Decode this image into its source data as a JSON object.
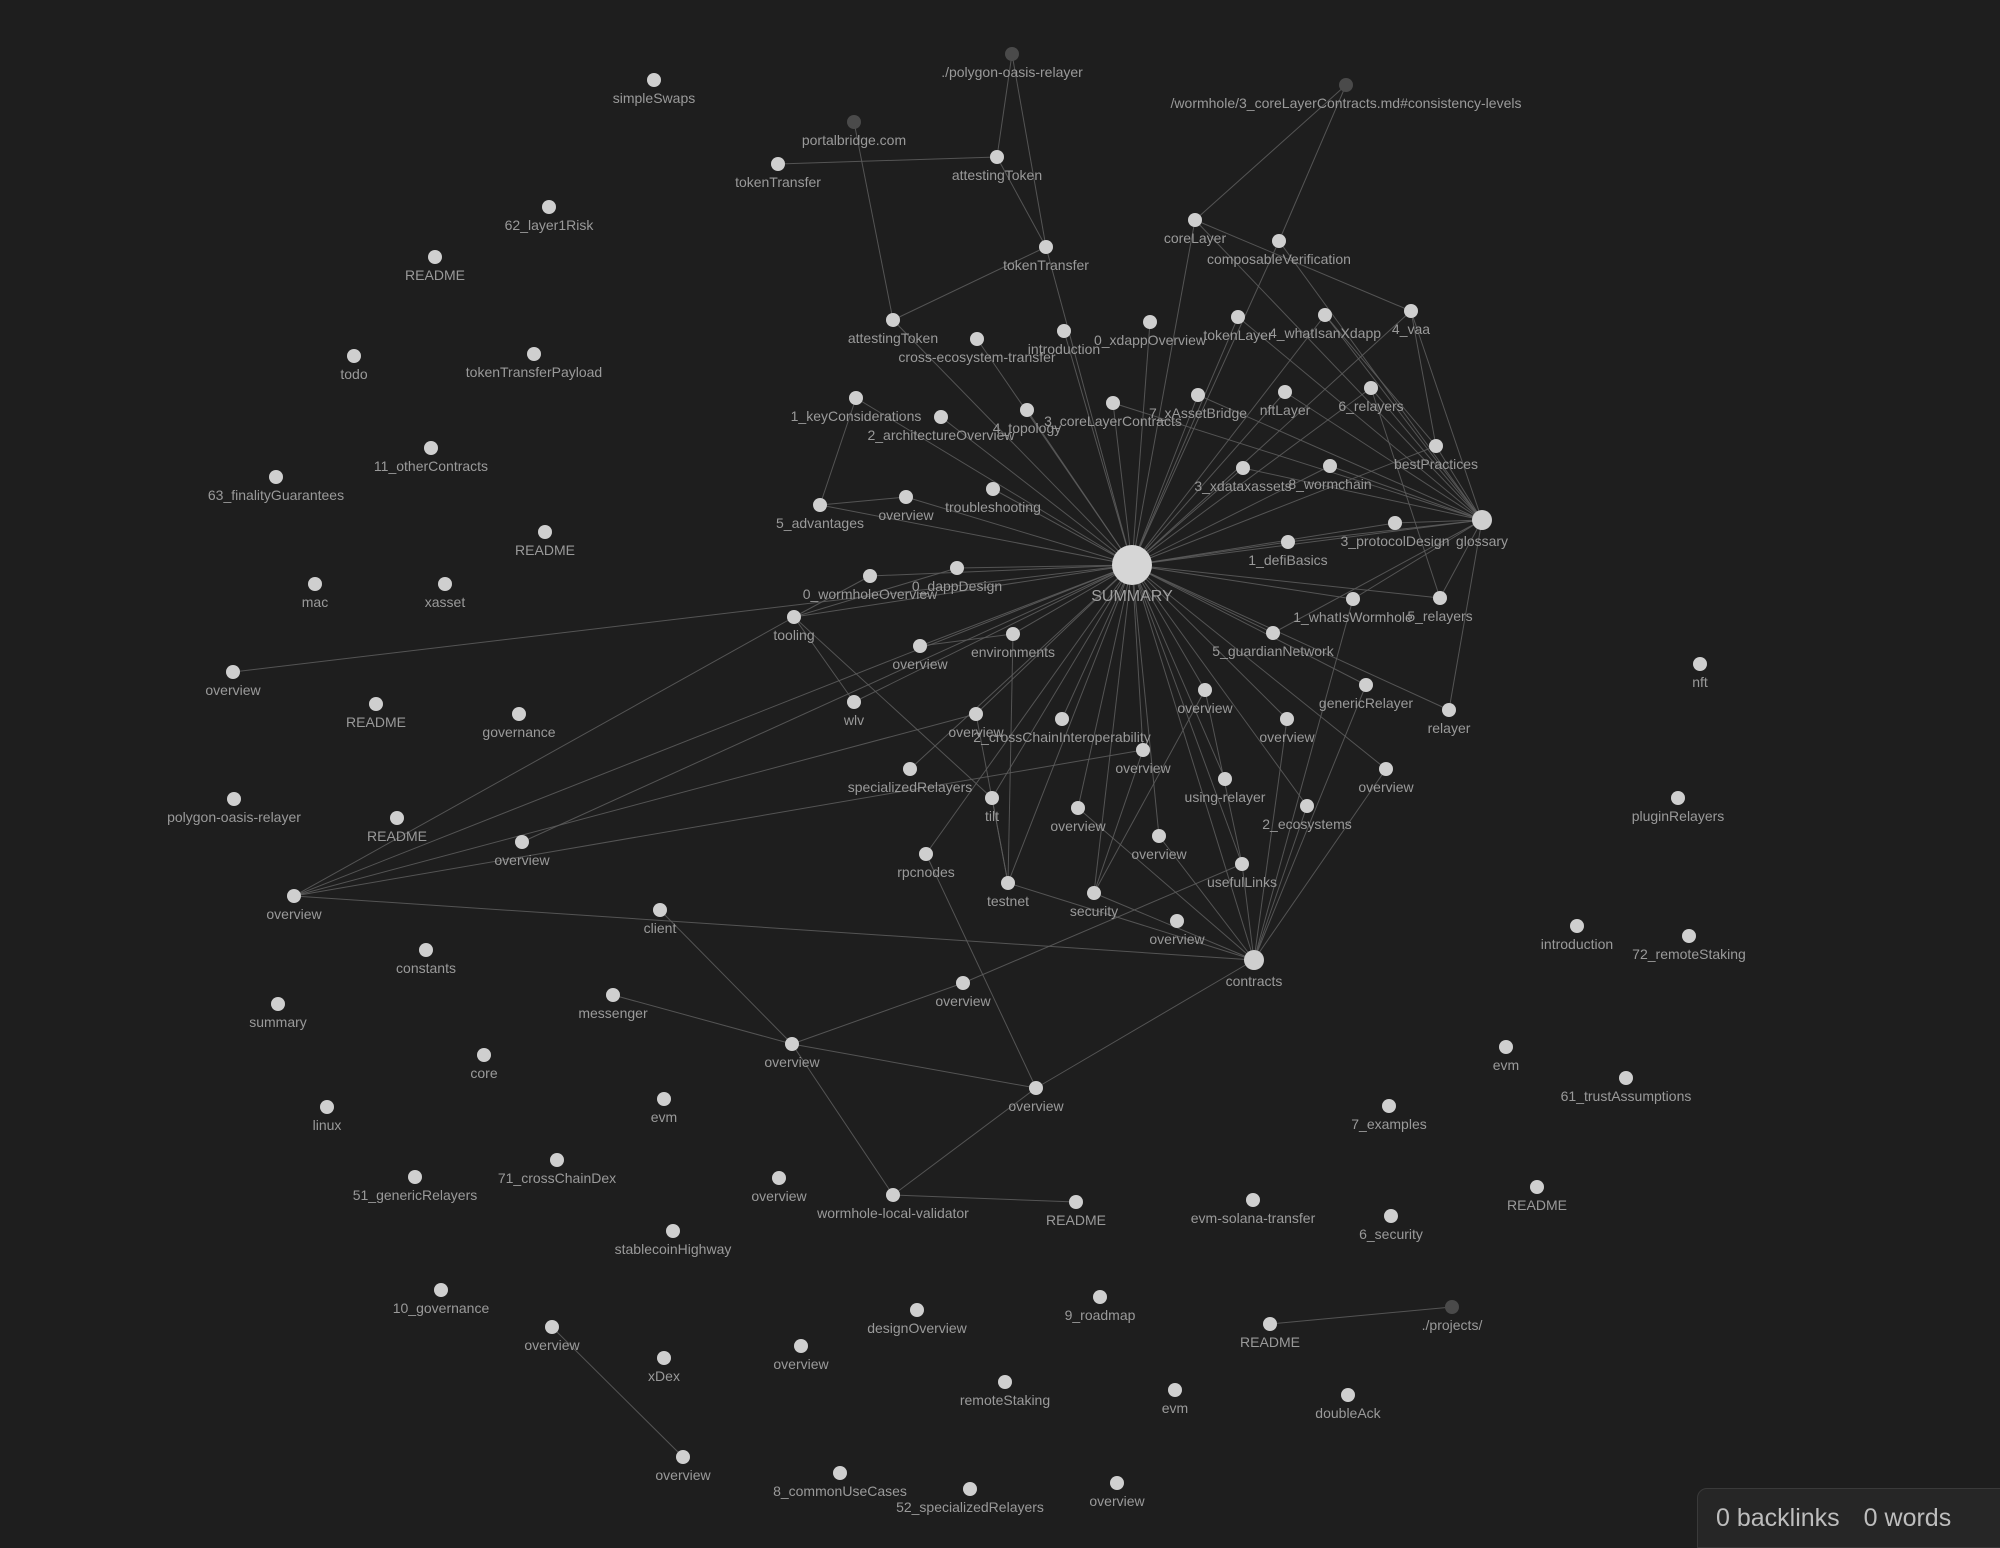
{
  "graph": {
    "colors": {
      "background": "#1e1e1e",
      "node": "#cfcfcf",
      "unresolved_node": "#4a4a4a",
      "edge": "#5e5e5e",
      "label": "#9a9a9a"
    },
    "nodes": [
      {
        "id": "summary",
        "label": "SUMMARY",
        "kind": "hub"
      },
      {
        "id": "contracts",
        "label": "contracts",
        "kind": "hub2"
      },
      {
        "id": "glossary",
        "label": "glossary",
        "kind": "hub2"
      },
      {
        "id": "simpleSwaps",
        "label": "simpleSwaps"
      },
      {
        "id": "polygonOasisRelayerLink",
        "label": "./polygon-oasis-relayer",
        "kind": "unresolved"
      },
      {
        "id": "wormholeConsistency",
        "label": "/wormhole/3_coreLayerContracts.md#consistency-levels",
        "kind": "unresolved"
      },
      {
        "id": "portalbridge",
        "label": "portalbridge.com",
        "kind": "unresolved"
      },
      {
        "id": "tokenTransfer1",
        "label": "tokenTransfer"
      },
      {
        "id": "attestingToken1",
        "label": "attestingToken"
      },
      {
        "id": "layer1Risk",
        "label": "62_layer1Risk"
      },
      {
        "id": "readme1",
        "label": "README"
      },
      {
        "id": "coreLayer",
        "label": "coreLayer"
      },
      {
        "id": "composableVerification",
        "label": "composableVerification"
      },
      {
        "id": "tokenTransfer2",
        "label": "tokenTransfer"
      },
      {
        "id": "todo",
        "label": "todo"
      },
      {
        "id": "tokenTransferPayload",
        "label": "tokenTransferPayload"
      },
      {
        "id": "attestingToken2",
        "label": "attestingToken"
      },
      {
        "id": "crossEcosystem",
        "label": "cross-ecosystem-transfer"
      },
      {
        "id": "introduction1",
        "label": "introduction"
      },
      {
        "id": "xdappOverview",
        "label": "0_xdappOverview"
      },
      {
        "id": "tokenLayer",
        "label": "tokenLayer"
      },
      {
        "id": "whatIsAnXdapp",
        "label": "4_whatIsanXdapp"
      },
      {
        "id": "vaa",
        "label": "4_vaa"
      },
      {
        "id": "keyConsiderations",
        "label": "1_keyConsiderations"
      },
      {
        "id": "architectureOverview",
        "label": "2_architectureOverview"
      },
      {
        "id": "topology",
        "label": "4_topology"
      },
      {
        "id": "coreLayerContracts",
        "label": "3_coreLayerContracts"
      },
      {
        "id": "xAssetBridge",
        "label": "7_xAssetBridge"
      },
      {
        "id": "nftLayer",
        "label": "nftLayer"
      },
      {
        "id": "relayers6",
        "label": "6_relayers"
      },
      {
        "id": "otherContracts",
        "label": "11_otherContracts"
      },
      {
        "id": "finalityGuarantees",
        "label": "63_finalityGuarantees"
      },
      {
        "id": "advantages",
        "label": "5_advantages"
      },
      {
        "id": "overview1",
        "label": "overview"
      },
      {
        "id": "troubleshooting",
        "label": "troubleshooting"
      },
      {
        "id": "xdataxassets",
        "label": "3_xdataxassets"
      },
      {
        "id": "wormchain",
        "label": "8_wormchain"
      },
      {
        "id": "bestPractices",
        "label": "bestPractices"
      },
      {
        "id": "readme2",
        "label": "README"
      },
      {
        "id": "protocolDesign",
        "label": "3_protocolDesign"
      },
      {
        "id": "defiBasics",
        "label": "1_defiBasics"
      },
      {
        "id": "mac",
        "label": "mac"
      },
      {
        "id": "xasset",
        "label": "xasset"
      },
      {
        "id": "wormholeOverview",
        "label": "0_wormholeOverview"
      },
      {
        "id": "dappDesign",
        "label": "0_dappDesign"
      },
      {
        "id": "whatIsWormhole",
        "label": "1_whatIsWormhole"
      },
      {
        "id": "relayers5",
        "label": "5_relayers"
      },
      {
        "id": "tooling",
        "label": "tooling"
      },
      {
        "id": "environments",
        "label": "environments"
      },
      {
        "id": "guardianNetwork",
        "label": "5_guardianNetwork"
      },
      {
        "id": "nft",
        "label": "nft"
      },
      {
        "id": "overview2",
        "label": "overview"
      },
      {
        "id": "overview3",
        "label": "overview"
      },
      {
        "id": "readme3",
        "label": "README"
      },
      {
        "id": "governance",
        "label": "governance"
      },
      {
        "id": "genericRelayer",
        "label": "genericRelayer"
      },
      {
        "id": "wlv",
        "label": "wlv"
      },
      {
        "id": "overview4",
        "label": "overview"
      },
      {
        "id": "crossChainInterop",
        "label": "2_crossChainInteroperability"
      },
      {
        "id": "overview5",
        "label": "overview"
      },
      {
        "id": "overview6",
        "label": "overview"
      },
      {
        "id": "relayer",
        "label": "relayer"
      },
      {
        "id": "specializedRelayers",
        "label": "specializedRelayers"
      },
      {
        "id": "overview7",
        "label": "overview"
      },
      {
        "id": "usingRelayer",
        "label": "using-relayer"
      },
      {
        "id": "overview8",
        "label": "overview"
      },
      {
        "id": "pluginRelayers",
        "label": "pluginRelayers"
      },
      {
        "id": "polygonOasisRelayer",
        "label": "polygon-oasis-relayer"
      },
      {
        "id": "tilt",
        "label": "tilt"
      },
      {
        "id": "ecosystems",
        "label": "2_ecosystems"
      },
      {
        "id": "readme4",
        "label": "README"
      },
      {
        "id": "overview9",
        "label": "overview"
      },
      {
        "id": "overview10",
        "label": "overview"
      },
      {
        "id": "overview11",
        "label": "overview"
      },
      {
        "id": "rpcnodes",
        "label": "rpcnodes"
      },
      {
        "id": "usefulLinks",
        "label": "usefulLinks"
      },
      {
        "id": "overview12",
        "label": "overview"
      },
      {
        "id": "testnet",
        "label": "testnet"
      },
      {
        "id": "security",
        "label": "security"
      },
      {
        "id": "client",
        "label": "client"
      },
      {
        "id": "overview13",
        "label": "overview"
      },
      {
        "id": "introduction2",
        "label": "introduction"
      },
      {
        "id": "remoteStaking72",
        "label": "72_remoteStaking"
      },
      {
        "id": "constants",
        "label": "constants"
      },
      {
        "id": "messenger",
        "label": "messenger"
      },
      {
        "id": "overview14",
        "label": "overview"
      },
      {
        "id": "summaryLower",
        "label": "summary"
      },
      {
        "id": "overview15",
        "label": "overview"
      },
      {
        "id": "core",
        "label": "core"
      },
      {
        "id": "evm1",
        "label": "evm"
      },
      {
        "id": "overview16",
        "label": "overview"
      },
      {
        "id": "trustAssumptions",
        "label": "61_trustAssumptions"
      },
      {
        "id": "linux",
        "label": "linux"
      },
      {
        "id": "evm2",
        "label": "evm"
      },
      {
        "id": "examples7",
        "label": "7_examples"
      },
      {
        "id": "genericRelayers51",
        "label": "51_genericRelayers"
      },
      {
        "id": "crossChainDex",
        "label": "71_crossChainDex"
      },
      {
        "id": "overview17",
        "label": "overview"
      },
      {
        "id": "wormholeLocalValidator",
        "label": "wormhole-local-validator"
      },
      {
        "id": "readme5",
        "label": "README"
      },
      {
        "id": "evmSolanaTransfer",
        "label": "evm-solana-transfer"
      },
      {
        "id": "security6",
        "label": "6_security"
      },
      {
        "id": "readme6",
        "label": "README"
      },
      {
        "id": "stablecoinHighway",
        "label": "stablecoinHighway"
      },
      {
        "id": "governance10",
        "label": "10_governance"
      },
      {
        "id": "overview18",
        "label": "overview"
      },
      {
        "id": "designOverview",
        "label": "designOverview"
      },
      {
        "id": "roadmap9",
        "label": "9_roadmap"
      },
      {
        "id": "readme7",
        "label": "README"
      },
      {
        "id": "projectsLink",
        "label": "./projects/",
        "kind": "unresolved"
      },
      {
        "id": "xDex",
        "label": "xDex"
      },
      {
        "id": "overview19",
        "label": "overview"
      },
      {
        "id": "remoteStaking",
        "label": "remoteStaking"
      },
      {
        "id": "evm3",
        "label": "evm"
      },
      {
        "id": "doubleAck",
        "label": "doubleAck"
      },
      {
        "id": "overview20",
        "label": "overview"
      },
      {
        "id": "commonUseCases",
        "label": "8_commonUseCases"
      },
      {
        "id": "specializedRelayers52",
        "label": "52_specializedRelayers"
      },
      {
        "id": "overview21",
        "label": "overview"
      }
    ],
    "edges": [
      [
        "summary",
        "coreLayer"
      ],
      [
        "summary",
        "composableVerification"
      ],
      [
        "summary",
        "tokenTransfer2"
      ],
      [
        "summary",
        "attestingToken2"
      ],
      [
        "summary",
        "crossEcosystem"
      ],
      [
        "summary",
        "introduction1"
      ],
      [
        "summary",
        "xdappOverview"
      ],
      [
        "summary",
        "tokenLayer"
      ],
      [
        "summary",
        "whatIsAnXdapp"
      ],
      [
        "summary",
        "vaa"
      ],
      [
        "summary",
        "keyConsiderations"
      ],
      [
        "summary",
        "architectureOverview"
      ],
      [
        "summary",
        "topology"
      ],
      [
        "summary",
        "coreLayerContracts"
      ],
      [
        "summary",
        "xAssetBridge"
      ],
      [
        "summary",
        "nftLayer"
      ],
      [
        "summary",
        "relayers6"
      ],
      [
        "summary",
        "advantages"
      ],
      [
        "summary",
        "overview1"
      ],
      [
        "summary",
        "troubleshooting"
      ],
      [
        "summary",
        "xdataxassets"
      ],
      [
        "summary",
        "wormchain"
      ],
      [
        "summary",
        "bestPractices"
      ],
      [
        "summary",
        "protocolDesign"
      ],
      [
        "summary",
        "glossary"
      ],
      [
        "summary",
        "defiBasics"
      ],
      [
        "summary",
        "wormholeOverview"
      ],
      [
        "summary",
        "dappDesign"
      ],
      [
        "summary",
        "whatIsWormhole"
      ],
      [
        "summary",
        "relayers5"
      ],
      [
        "summary",
        "tooling"
      ],
      [
        "summary",
        "environments"
      ],
      [
        "summary",
        "guardianNetwork"
      ],
      [
        "summary",
        "overview2"
      ],
      [
        "summary",
        "overview3"
      ],
      [
        "summary",
        "genericRelayer"
      ],
      [
        "summary",
        "wlv"
      ],
      [
        "summary",
        "overview4"
      ],
      [
        "summary",
        "crossChainInterop"
      ],
      [
        "summary",
        "overview5"
      ],
      [
        "summary",
        "overview6"
      ],
      [
        "summary",
        "relayer"
      ],
      [
        "summary",
        "specializedRelayers"
      ],
      [
        "summary",
        "overview7"
      ],
      [
        "summary",
        "usingRelayer"
      ],
      [
        "summary",
        "overview8"
      ],
      [
        "summary",
        "tilt"
      ],
      [
        "summary",
        "ecosystems"
      ],
      [
        "summary",
        "overview9"
      ],
      [
        "summary",
        "overview10"
      ],
      [
        "summary",
        "overview11"
      ],
      [
        "summary",
        "rpcnodes"
      ],
      [
        "summary",
        "usefulLinks"
      ],
      [
        "summary",
        "overview12"
      ],
      [
        "summary",
        "testnet"
      ],
      [
        "summary",
        "security"
      ],
      [
        "summary",
        "contracts"
      ],
      [
        "tokenTransfer1",
        "attestingToken1"
      ],
      [
        "attestingToken1",
        "polygonOasisRelayerLink"
      ],
      [
        "attestingToken1",
        "tokenTransfer2"
      ],
      [
        "tokenTransfer2",
        "attestingToken2"
      ],
      [
        "portalbridge",
        "attestingToken2"
      ],
      [
        "polygonOasisRelayerLink",
        "tokenTransfer2"
      ],
      [
        "coreLayer",
        "wormholeConsistency"
      ],
      [
        "composableVerification",
        "wormholeConsistency"
      ],
      [
        "coreLayer",
        "vaa"
      ],
      [
        "coreLayer",
        "glossary"
      ],
      [
        "composableVerification",
        "glossary"
      ],
      [
        "whatIsAnXdapp",
        "glossary"
      ],
      [
        "vaa",
        "glossary"
      ],
      [
        "tokenLayer",
        "glossary"
      ],
      [
        "nftLayer",
        "glossary"
      ],
      [
        "relayers6",
        "glossary"
      ],
      [
        "bestPractices",
        "glossary"
      ],
      [
        "protocolDesign",
        "glossary"
      ],
      [
        "xdataxassets",
        "glossary"
      ],
      [
        "wormchain",
        "glossary"
      ],
      [
        "defiBasics",
        "glossary"
      ],
      [
        "whatIsWormhole",
        "glossary"
      ],
      [
        "relayers5",
        "glossary"
      ],
      [
        "guardianNetwork",
        "glossary"
      ],
      [
        "relayer",
        "glossary"
      ],
      [
        "xAssetBridge",
        "glossary"
      ],
      [
        "coreLayerContracts",
        "glossary"
      ],
      [
        "whatIsAnXdapp",
        "bestPractices"
      ],
      [
        "vaa",
        "bestPractices"
      ],
      [
        "relayers6",
        "relayers5"
      ],
      [
        "keyConsiderations",
        "advantages"
      ],
      [
        "advantages",
        "overview1"
      ],
      [
        "tooling",
        "wormholeOverview"
      ],
      [
        "tooling",
        "dappDesign"
      ],
      [
        "tooling",
        "wlv"
      ],
      [
        "tooling",
        "tilt"
      ],
      [
        "tooling",
        "overview12"
      ],
      [
        "overview2",
        "environments"
      ],
      [
        "contracts",
        "overview11"
      ],
      [
        "contracts",
        "usefulLinks"
      ],
      [
        "contracts",
        "ecosystems"
      ],
      [
        "contracts",
        "overview10"
      ],
      [
        "contracts",
        "overview8"
      ],
      [
        "contracts",
        "genericRelayer"
      ],
      [
        "contracts",
        "whatIsWormhole"
      ],
      [
        "contracts",
        "overview6"
      ],
      [
        "contracts",
        "overview12"
      ],
      [
        "contracts",
        "security"
      ],
      [
        "contracts",
        "testnet"
      ],
      [
        "contracts",
        "overview16"
      ],
      [
        "overview15",
        "overview14"
      ],
      [
        "overview15",
        "client"
      ],
      [
        "overview15",
        "messenger"
      ],
      [
        "overview15",
        "overview16"
      ],
      [
        "overview15",
        "wormholeLocalValidator"
      ],
      [
        "overview16",
        "wormholeLocalValidator"
      ],
      [
        "wormholeLocalValidator",
        "readme5"
      ],
      [
        "overview16",
        "rpcnodes"
      ],
      [
        "overview14",
        "usefulLinks"
      ],
      [
        "testnet",
        "environments"
      ],
      [
        "testnet",
        "overview4"
      ],
      [
        "testnet",
        "tilt"
      ],
      [
        "security",
        "overview7"
      ],
      [
        "security",
        "overview5"
      ],
      [
        "overview12",
        "overview7"
      ],
      [
        "overview4",
        "overview12"
      ],
      [
        "overview5",
        "usefulLinks"
      ],
      [
        "readme7",
        "projectsLink"
      ],
      [
        "overview18",
        "overview20"
      ]
    ]
  },
  "status_bar": {
    "backlinks": "0 backlinks",
    "words": "0 words"
  }
}
